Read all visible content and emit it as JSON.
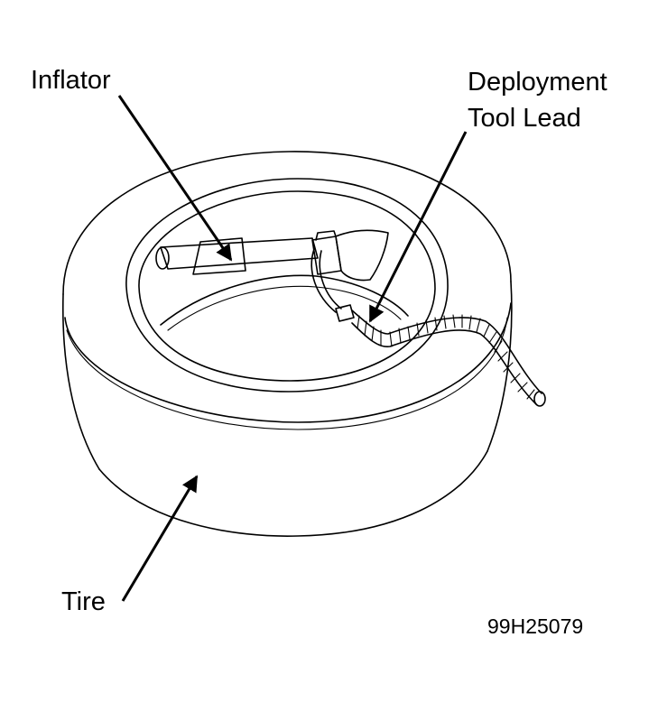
{
  "labels": {
    "inflator": "Inflator",
    "deployment_line1": "Deployment",
    "deployment_line2": "Tool Lead",
    "tire": "Tire"
  },
  "figure_number": "99H25079",
  "colors": {
    "ink": "#000000",
    "paper": "#ffffff"
  }
}
